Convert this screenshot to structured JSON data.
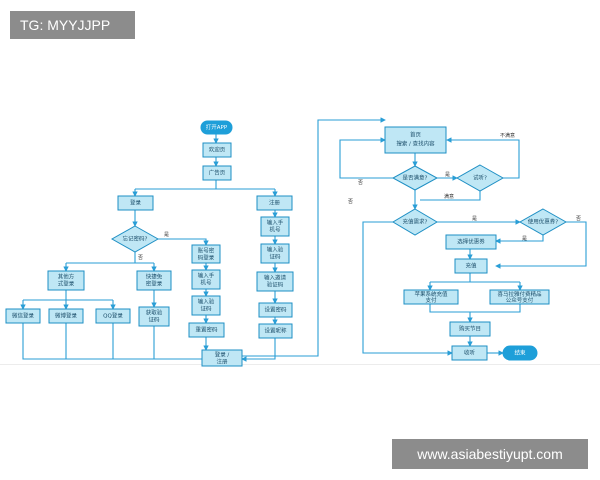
{
  "watermark_top": "TG: MYYJJPP",
  "watermark_bottom": "www.asiabestiyupt.com",
  "nodes": {
    "open_app": "打开APP",
    "welcome": "欢迎页",
    "ad": "广告页",
    "login": "登录",
    "register": "注册",
    "forgot": "忘记密码?",
    "other_login": [
      "其他方",
      "式登录"
    ],
    "quick_login": [
      "快捷免",
      "密登录"
    ],
    "wechat": "微信登录",
    "weibo": "微博登录",
    "qq": "QQ登录",
    "get_code": [
      "获取验",
      "证码"
    ],
    "acct_login": [
      "账号密",
      "码登录"
    ],
    "phone_l": [
      "输入手",
      "机号"
    ],
    "code_l": [
      "输入验",
      "证码"
    ],
    "reset_pwd": "重置密码",
    "phone_r": [
      "输入手",
      "机号"
    ],
    "code_r": [
      "输入验",
      "证码"
    ],
    "invite_code": [
      "输入邀请",
      "验证码"
    ],
    "set_pwd": "设置密码",
    "set_nick": "设置昵称",
    "login_reg": [
      "登录 /",
      "注册"
    ],
    "home": [
      "首页",
      "搜索 / 查找内容"
    ],
    "satisfied": "是否满意?",
    "trial": "试听?",
    "need_pay": "充值需求?",
    "promo": "使用优惠券?",
    "choose_coupon": "选择优惠券",
    "recharge": "充值",
    "apple_pay": [
      "苹果系统充值",
      "支付"
    ],
    "wechat_pay": [
      "喜马拉雅付费精品",
      "公众号支付"
    ],
    "buy": "购买节目",
    "listen": "收听",
    "end": "结束"
  },
  "edge_labels": {
    "yes": "是",
    "no": "否",
    "satisfied": "满意",
    "not_satisfied": "不满意"
  }
}
